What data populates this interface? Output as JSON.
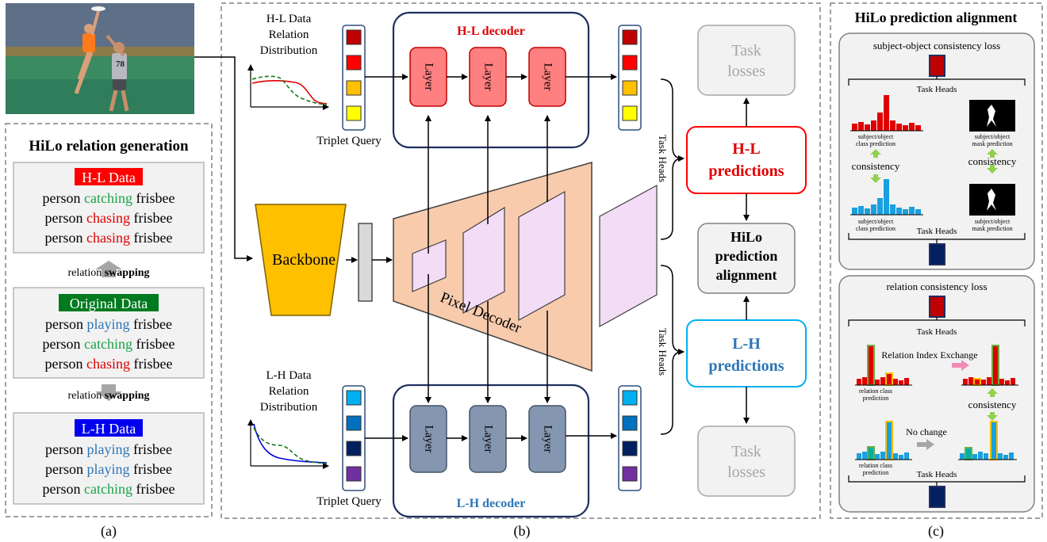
{
  "panel_a": {
    "title": "HiLo relation generation",
    "caption": "(a)",
    "hl_box": {
      "header": "H-L Data",
      "lines": [
        {
          "subject": "person",
          "relation": "catching",
          "object": "frisbee"
        },
        {
          "subject": "person",
          "relation": "chasing",
          "object": "frisbee"
        },
        {
          "subject": "person",
          "relation": "chasing",
          "object": "frisbee"
        }
      ]
    },
    "swap_label_prefix": "relation ",
    "swap_label_bold": "swapping",
    "original_box": {
      "header": "Original Data",
      "lines": [
        {
          "subject": "person",
          "relation": "playing",
          "object": "frisbee"
        },
        {
          "subject": "person",
          "relation": "catching",
          "object": "frisbee"
        },
        {
          "subject": "person",
          "relation": "chasing",
          "object": "frisbee"
        }
      ]
    },
    "lh_box": {
      "header": "L-H Data",
      "lines": [
        {
          "subject": "person",
          "relation": "playing",
          "object": "frisbee"
        },
        {
          "subject": "person",
          "relation": "playing",
          "object": "frisbee"
        },
        {
          "subject": "person",
          "relation": "catching",
          "object": "frisbee"
        }
      ]
    }
  },
  "panel_b": {
    "caption": "(b)",
    "hl_distribution_label": [
      "H-L Data",
      "Relation",
      "Distribution"
    ],
    "lh_distribution_label": [
      "L-H Data",
      "Relation",
      "Distribution"
    ],
    "triplet_query_label": "Triplet Query",
    "hl_decoder_title": "H-L decoder",
    "lh_decoder_title": "L-H decoder",
    "layer_label": "Layer",
    "backbone_label": "Backbone",
    "pixel_decoder_label": "Pixel Decoder",
    "task_heads_label": "Task Heads",
    "task_losses_label": [
      "Task",
      "losses"
    ],
    "hl_predictions_label": [
      "H-L",
      "predictions"
    ],
    "lh_predictions_label": [
      "L-H",
      "predictions"
    ],
    "alignment_label": [
      "HiLo",
      "prediction",
      "alignment"
    ],
    "hl_query_colors": [
      "#c00000",
      "#ff0000",
      "#ffc000",
      "#ffff00"
    ],
    "lh_query_colors": [
      "#00b0f0",
      "#0070c0",
      "#002060",
      "#7030a0"
    ]
  },
  "panel_c": {
    "title": "HiLo prediction alignment",
    "caption": "(c)",
    "top_box": {
      "title": "subject-object consistency loss",
      "task_heads_top": "Task Heads",
      "task_heads_bottom": "Task Heads",
      "class_pred_label": [
        "subject/object",
        "class prediction"
      ],
      "mask_pred_label": [
        "subject/object",
        "mask prediction"
      ],
      "consistency_label": "consistency"
    },
    "bottom_box": {
      "title": "relation consistency loss",
      "task_heads_top": "Task Heads",
      "task_heads_bottom": "Task Heads",
      "relation_index_exchange": "Relation Index Exchange",
      "no_change": "No change",
      "consistency_label": "consistency",
      "relation_pred_label": [
        "relation class",
        "prediction"
      ]
    },
    "colors": {
      "hl_head": "#c00000",
      "lh_head": "#002060",
      "red_bars": "#e00000",
      "blue_bars": "#1aa0e0",
      "highlight_green": "#70ad47",
      "highlight_yellow": "#ffc000",
      "pink_arrow": "#f08cb4",
      "grey_arrow": "#a6a6a6"
    }
  }
}
